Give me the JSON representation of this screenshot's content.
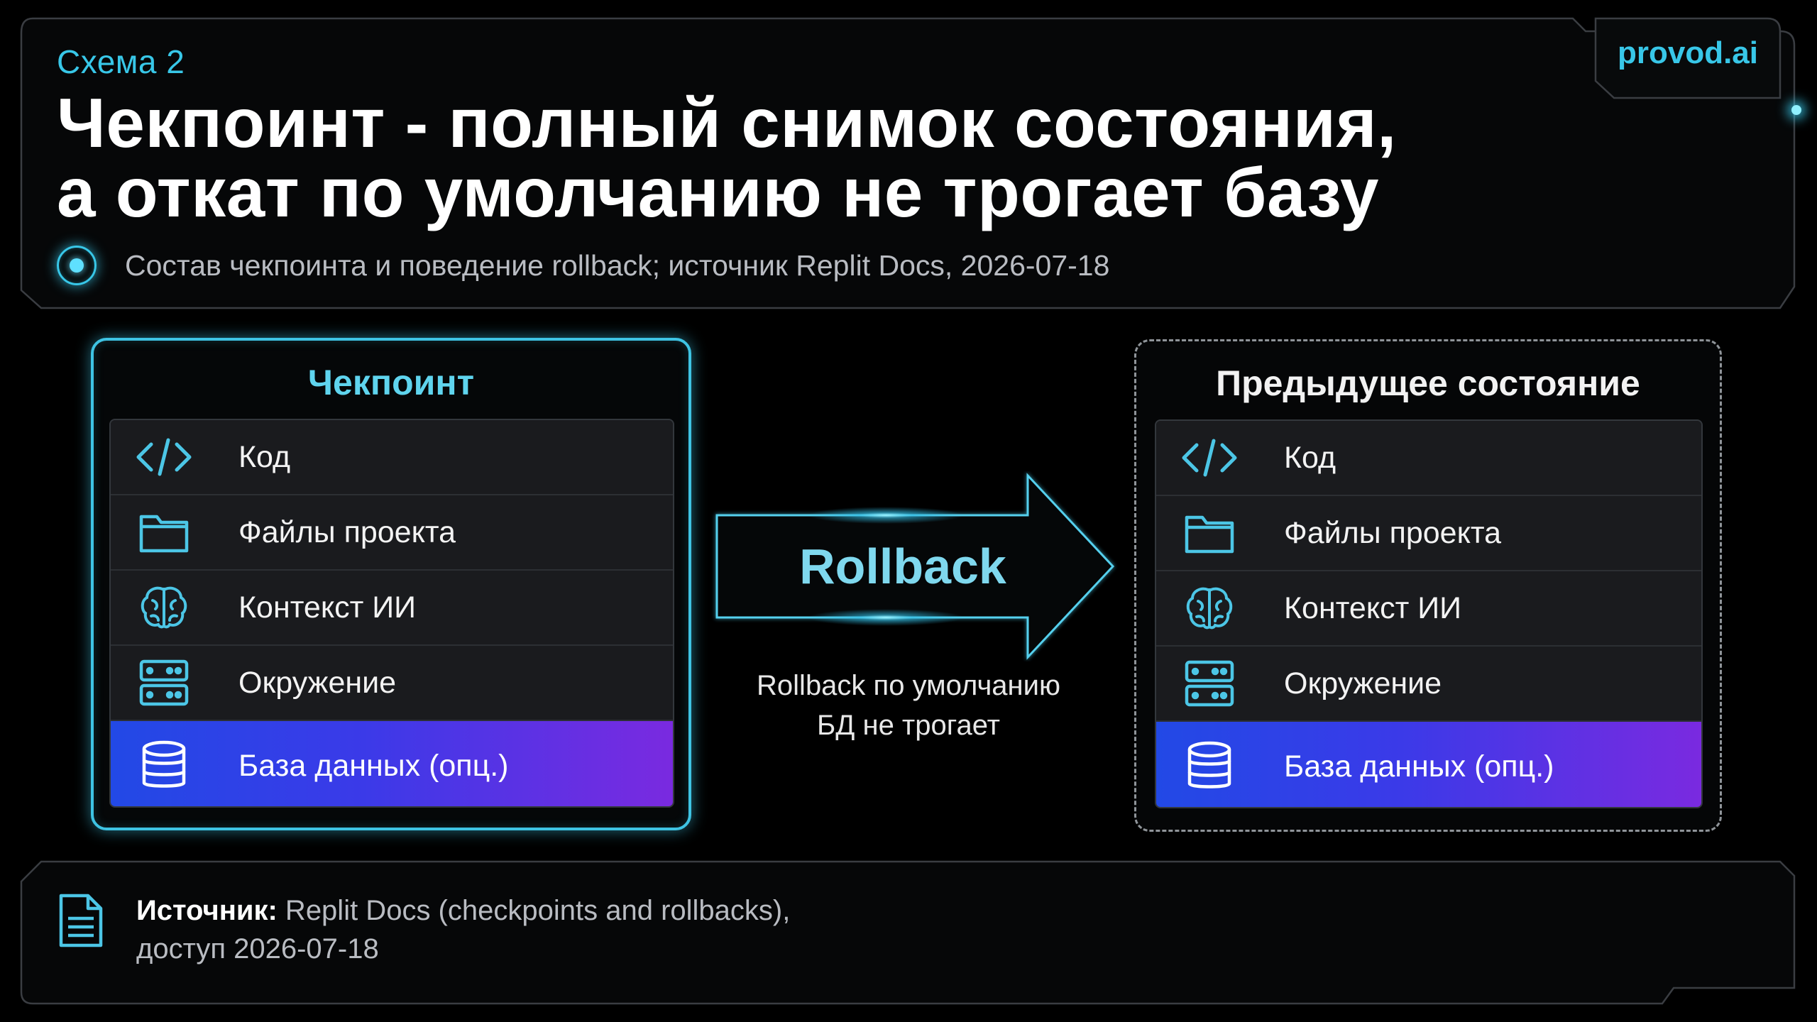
{
  "header": {
    "kicker": "Схема 2",
    "headline_line1": "Чекпоинт - полный снимок состояния,",
    "headline_line2": "а откат по умолчанию не трогает базу",
    "subtitle": "Состав чекпоинта и поведение rollback; источник Replit Docs, 2026-07-18",
    "brand": "provod.ai"
  },
  "left_card": {
    "title": "Чекпоинт",
    "items": [
      {
        "label": "Код",
        "icon": "code-icon"
      },
      {
        "label": "Файлы проекта",
        "icon": "folder-icon"
      },
      {
        "label": "Контекст ИИ",
        "icon": "brain-icon"
      },
      {
        "label": "Окружение",
        "icon": "server-icon"
      },
      {
        "label": "База данных (опц.)",
        "icon": "database-icon"
      }
    ]
  },
  "arrow": {
    "label": "Rollback",
    "note_line1": "Rollback по умолчанию",
    "note_line2": "БД не трогает"
  },
  "right_card": {
    "title": "Предыдущее состояние",
    "items": [
      {
        "label": "Код",
        "icon": "code-icon"
      },
      {
        "label": "Файлы проекта",
        "icon": "folder-icon"
      },
      {
        "label": "Контекст ИИ",
        "icon": "brain-icon"
      },
      {
        "label": "Окружение",
        "icon": "server-icon"
      },
      {
        "label": "База данных (опц.)",
        "icon": "database-icon"
      }
    ]
  },
  "footer": {
    "source_label": "Источник:",
    "source_text": " Replit Docs (checkpoints and rollbacks),",
    "source_line2": "доступ 2026-07-18"
  },
  "colors": {
    "accent": "#38c7e8",
    "db_gradient_start": "#2249e6",
    "db_gradient_end": "#7a2ae0",
    "background": "#000000"
  }
}
